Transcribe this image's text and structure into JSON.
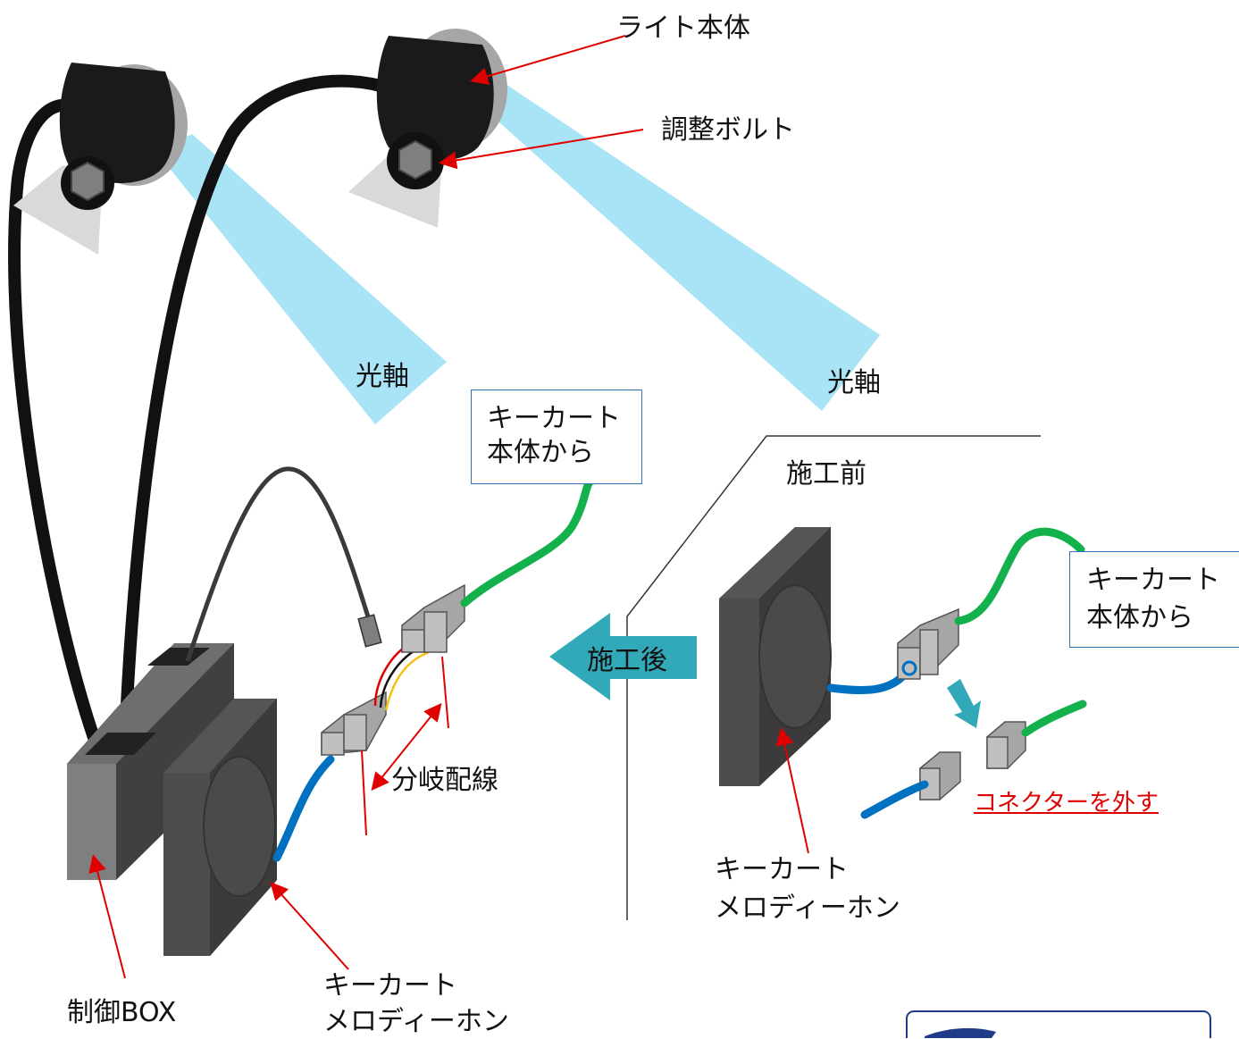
{
  "labels": {
    "light_body": "ライト本体",
    "adjust_bolt": "調整ボルト",
    "beam_left": "光軸",
    "beam_right": "光軸",
    "from_cart_left_1": "キーカート",
    "from_cart_left_2": "本体から",
    "before": "施工前",
    "after": "施工後",
    "from_cart_right_1": "キーカート",
    "from_cart_right_2": "本体から",
    "branch_wiring": "分岐配線",
    "disconnect": "コネクターを外す",
    "horn_right_1": "キーカート",
    "horn_right_2": "メロディーホン",
    "control_box": "制御BOX",
    "horn_left_1": "キーカート",
    "horn_left_2": "メロディーホン"
  },
  "colors": {
    "beam": "#a8e4f5",
    "annotation_arrow": "#e00000",
    "green_wire": "#13b14c",
    "blue_wire": "#0070c0",
    "teal_arrow": "#31a9b8",
    "callout_border": "#2e75b6"
  }
}
